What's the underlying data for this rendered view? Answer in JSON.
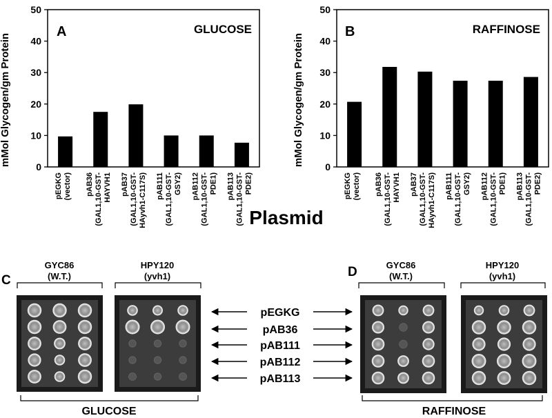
{
  "chart_data": [
    {
      "type": "bar",
      "panel": "A",
      "title": "GLUCOSE",
      "xlabel": "Plasmid",
      "ylabel": "mMol Glycogen/gm Protein",
      "ylim": [
        0,
        50
      ],
      "yticks": [
        "0",
        "10",
        "20",
        "30",
        "40",
        "50"
      ],
      "categories": [
        [
          "pEGKG",
          "(vector)"
        ],
        [
          "pAB36",
          "(GAL1,10-GST-",
          "HAYVH1"
        ],
        [
          "pAB37",
          "(GAL1,10-GST-",
          "HAyvh1-C117S)"
        ],
        [
          "pAB111",
          "(GAL1,10-GST-",
          "GSY2)"
        ],
        [
          "pAB112",
          "(GAL1,10-GST-",
          "PDE1)"
        ],
        [
          "pAB113",
          "(GAL1,10-GST-",
          "PDE2)"
        ]
      ],
      "values": [
        9.7,
        17.5,
        19.9,
        10.0,
        10.0,
        7.7
      ]
    },
    {
      "type": "bar",
      "panel": "B",
      "title": "RAFFINOSE",
      "xlabel": "Plasmid",
      "ylabel": "mMol Glycogen/gm Protein",
      "ylim": [
        0,
        50
      ],
      "yticks": [
        "0",
        "10",
        "20",
        "30",
        "40",
        "50"
      ],
      "categories": [
        [
          "pEGKG",
          "(vector)"
        ],
        [
          "pAB36",
          "(GAL1,10-GST-",
          "HAYVH1"
        ],
        [
          "pAB37",
          "(GAL1,10-GST-",
          "HAyvh1-C117S)"
        ],
        [
          "pAB111",
          "(GAL1,10-GST-",
          "GSY2)"
        ],
        [
          "pAB112",
          "(GAL1,10-GST-",
          "PDE1)"
        ],
        [
          "pAB113",
          "(GAL1,10-GST-",
          "PDE2)"
        ]
      ],
      "values": [
        20.7,
        31.8,
        30.3,
        27.4,
        27.4,
        28.6
      ]
    }
  ],
  "shared_xlabel": "Plasmid",
  "plates": {
    "left": {
      "panel": "C",
      "condition": "GLUCOSE",
      "strains": [
        {
          "name": "GYC86",
          "genotype": "(W.T.)"
        },
        {
          "name": "HPY120",
          "genotype": "(yvh1)"
        }
      ]
    },
    "right": {
      "panel": "D",
      "condition": "RAFFINOSE",
      "strains": [
        {
          "name": "GYC86",
          "genotype": "(W.T.)"
        },
        {
          "name": "HPY120",
          "genotype": "(yvh1)"
        }
      ]
    },
    "row_labels": [
      "pEGKG",
      "pAB36",
      "pAB111",
      "pAB112",
      "pAB113"
    ],
    "growth": {
      "C_wt": [
        [
          0.9,
          0.9,
          0.9
        ],
        [
          0.9,
          0.85,
          0.9
        ],
        [
          0.85,
          0.6,
          0.85
        ],
        [
          0.8,
          0.5,
          0.85
        ],
        [
          0.85,
          0.5,
          0.9
        ]
      ],
      "C_yvh1": [
        [
          0.5,
          0.45,
          0.5
        ],
        [
          0.95,
          0.95,
          0.95
        ],
        [
          0.2,
          0.2,
          0.2
        ],
        [
          0.2,
          0.2,
          0.2
        ],
        [
          0.25,
          0.2,
          0.25
        ]
      ],
      "D_wt": [
        [
          0.6,
          0.4,
          0.6
        ],
        [
          0.7,
          0.3,
          0.7
        ],
        [
          0.75,
          0.3,
          0.65
        ],
        [
          0.75,
          0.6,
          0.75
        ],
        [
          0.75,
          0.6,
          0.75
        ]
      ],
      "D_yvh1": [
        [
          0.4,
          0.5,
          0.6
        ],
        [
          0.9,
          0.9,
          0.9
        ],
        [
          0.8,
          0.8,
          0.8
        ],
        [
          0.95,
          0.95,
          0.95
        ],
        [
          0.9,
          0.85,
          0.9
        ]
      ]
    }
  }
}
